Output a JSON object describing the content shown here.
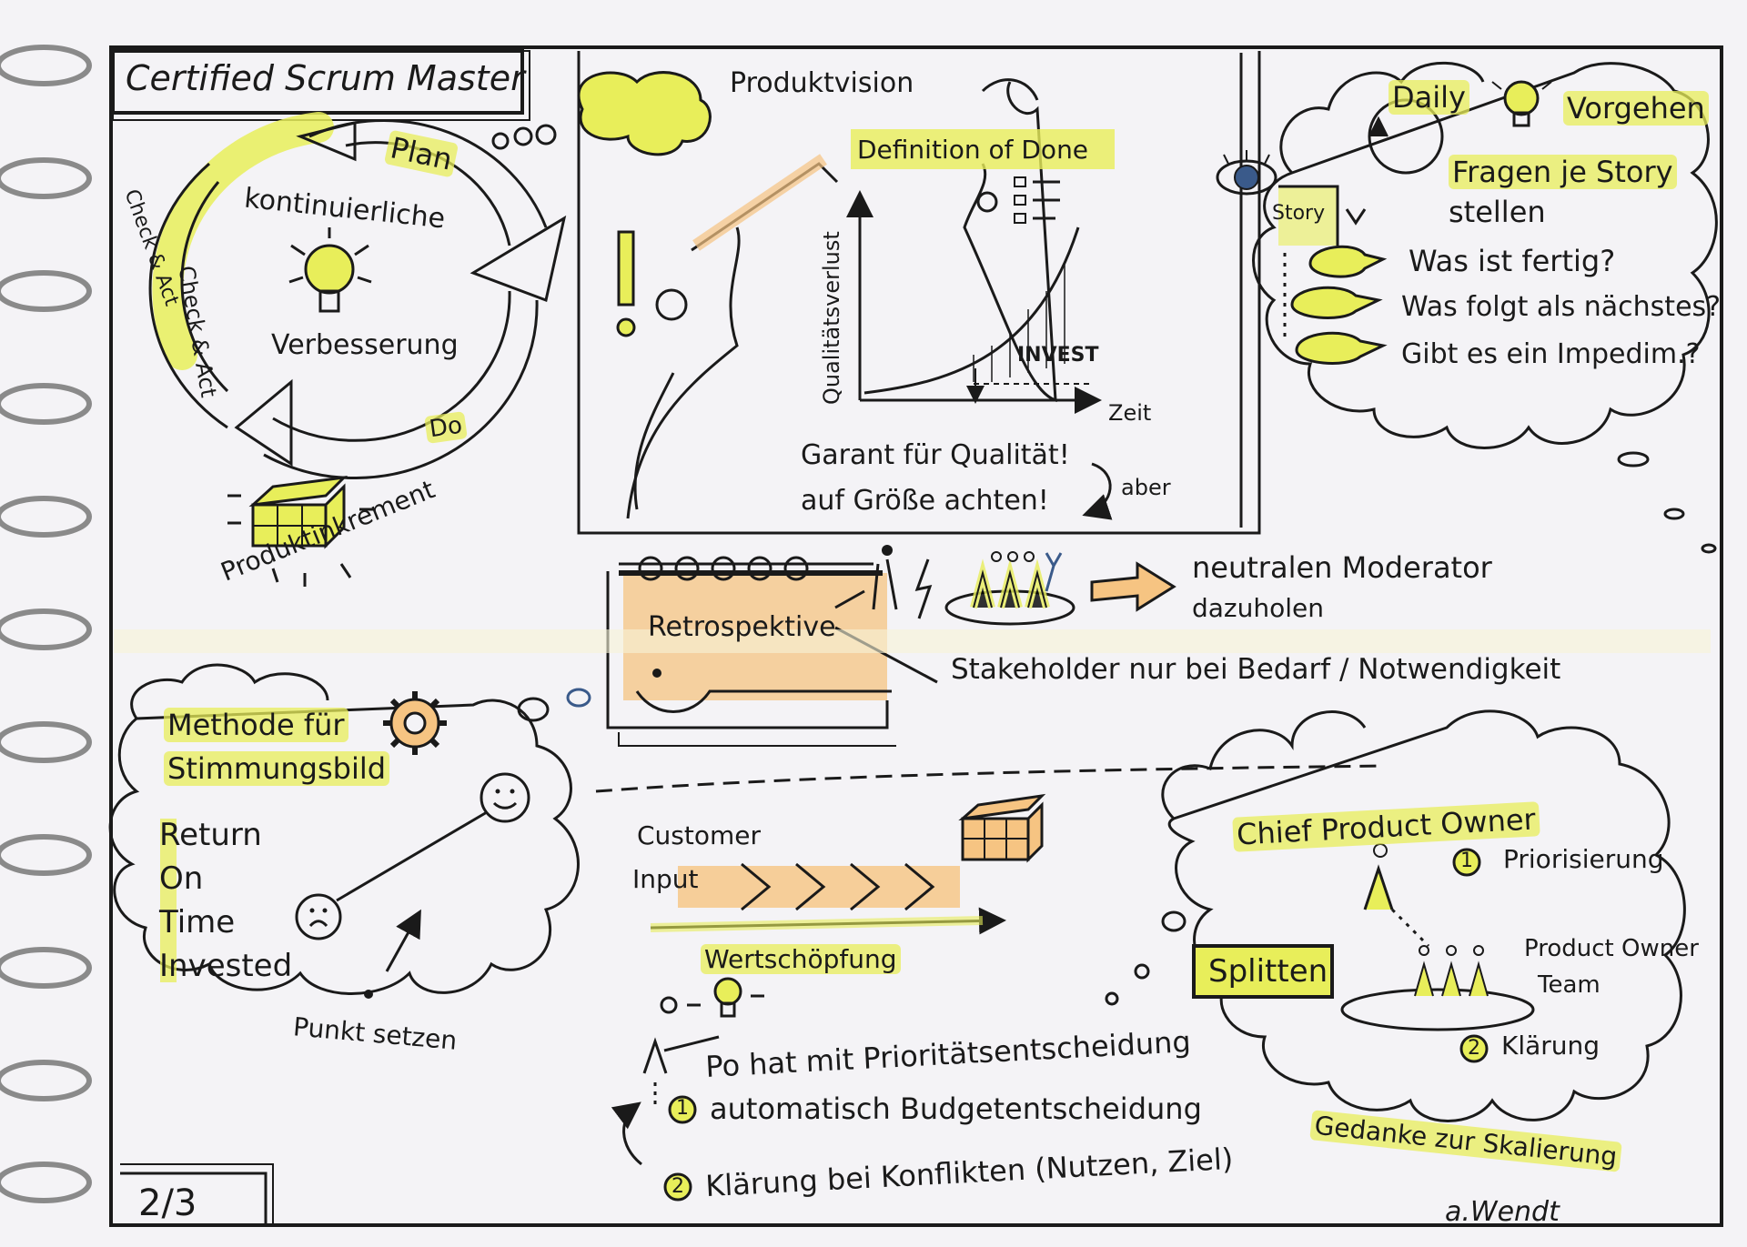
{
  "colors": {
    "highlight": "#e8ee5a",
    "orange": "#f6c482",
    "ink": "#1a1a1a",
    "paper": "#f4f3f6"
  },
  "header": {
    "title": "Certified Scrum Master"
  },
  "pdca": {
    "plan": "Plan",
    "check_act": "Check & Act",
    "check_act_2": "Check & Act",
    "do": "Do",
    "center_top": "kontinuierliche",
    "center_bottom": "Verbesserung",
    "increment": "Produktinkrement"
  },
  "vision": {
    "produktvision": "Produktvision",
    "dod": "Definition of Done",
    "y_axis": "Qualitätsverlust",
    "x_axis": "Zeit",
    "invest": "INVEST",
    "garant": "Garant für Qualität!",
    "groesse": "auf Größe achten!",
    "aber": "aber"
  },
  "daily": {
    "daily": "Daily",
    "vorgehen": "Vorgehen",
    "fragen_1": "Fragen je Story",
    "fragen_2": "stellen",
    "story": "Story",
    "q1": "Was ist fertig?",
    "q2": "Was folgt als nächstes?",
    "q3": "Gibt es ein Impedim.?"
  },
  "retro": {
    "label": "Retrospektive",
    "moderator_1": "neutralen Moderator",
    "moderator_2": "dazuholen",
    "stakeholder": "Stakeholder nur bei Bedarf / Notwendigkeit"
  },
  "roti": {
    "methode_1": "Methode für",
    "methode_2": "Stimmungsbild",
    "r": "Return",
    "o": "On",
    "t": "Time",
    "i": "Invested",
    "punkt": "Punkt setzen"
  },
  "value": {
    "customer": "Customer",
    "input": "Input",
    "wert": "Wertschöpfung",
    "po": "Po hat mit Prioritätsentscheidung",
    "n1": "1",
    "auto": "automatisch Budgetentscheidung",
    "n2": "2",
    "klaerung": "Klärung bei Konflikten (Nutzen, Ziel)"
  },
  "cpo": {
    "title": "Chief Product Owner",
    "n1": "1",
    "prio": "Priorisierung",
    "pot_1": "Product Owner",
    "pot_2": "Team",
    "n2": "2",
    "klaerung": "Klärung",
    "splitten": "Splitten",
    "gedanke": "Gedanke zur Skalierung"
  },
  "footer": {
    "page": "2/3",
    "signature": "a.Wendt"
  }
}
